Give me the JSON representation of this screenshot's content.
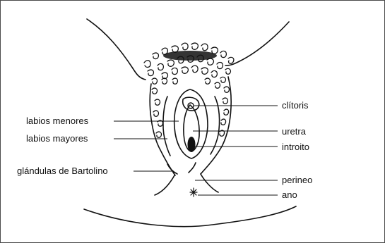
{
  "labels": {
    "clitoris": "clítoris",
    "uretra": "uretra",
    "introito": "introito",
    "perineo": "perineo",
    "ano": "ano",
    "labios_menores": "labios menores",
    "labios_mayores": "labios mayores",
    "bartolino": "glándulas de Bartolino"
  }
}
